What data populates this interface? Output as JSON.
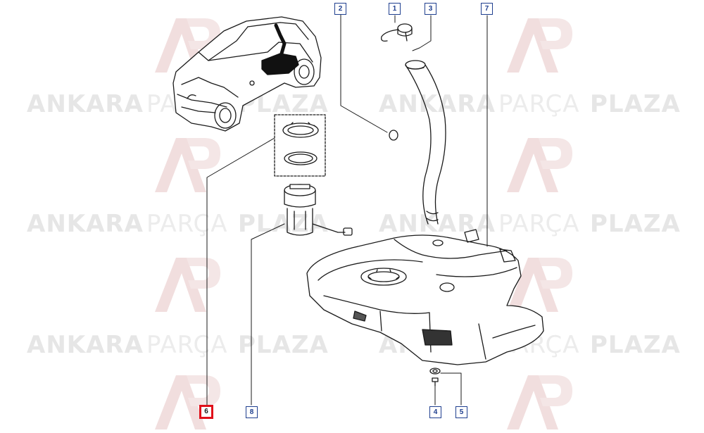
{
  "watermark": {
    "brand_bold": "ANKARA",
    "brand_light": "PARÇA",
    "brand_end": "PLAZA",
    "logo_letters": "AP"
  },
  "callouts": [
    {
      "id": "1",
      "label": "1",
      "active": false
    },
    {
      "id": "2",
      "label": "2",
      "active": false
    },
    {
      "id": "3",
      "label": "3",
      "active": false
    },
    {
      "id": "4",
      "label": "4",
      "active": false
    },
    {
      "id": "5",
      "label": "5",
      "active": false
    },
    {
      "id": "6",
      "label": "6",
      "active": true
    },
    {
      "id": "7",
      "label": "7",
      "active": false
    },
    {
      "id": "8",
      "label": "8",
      "active": false
    }
  ],
  "colors": {
    "line": "#1a1a1a",
    "callout_border": "#1f3f8f",
    "active_border": "#e0101a",
    "watermark": "#e6e6e6",
    "logo": "#f0d6d6"
  }
}
